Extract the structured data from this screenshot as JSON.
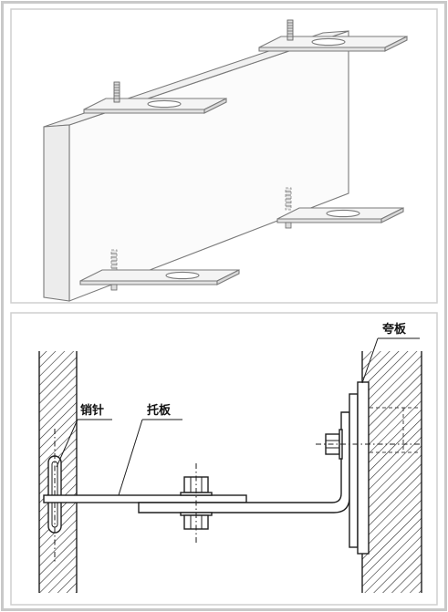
{
  "section_view": {
    "labels": {
      "pin": "销针",
      "support_plate": "托板",
      "span_plate": "夸板"
    }
  }
}
